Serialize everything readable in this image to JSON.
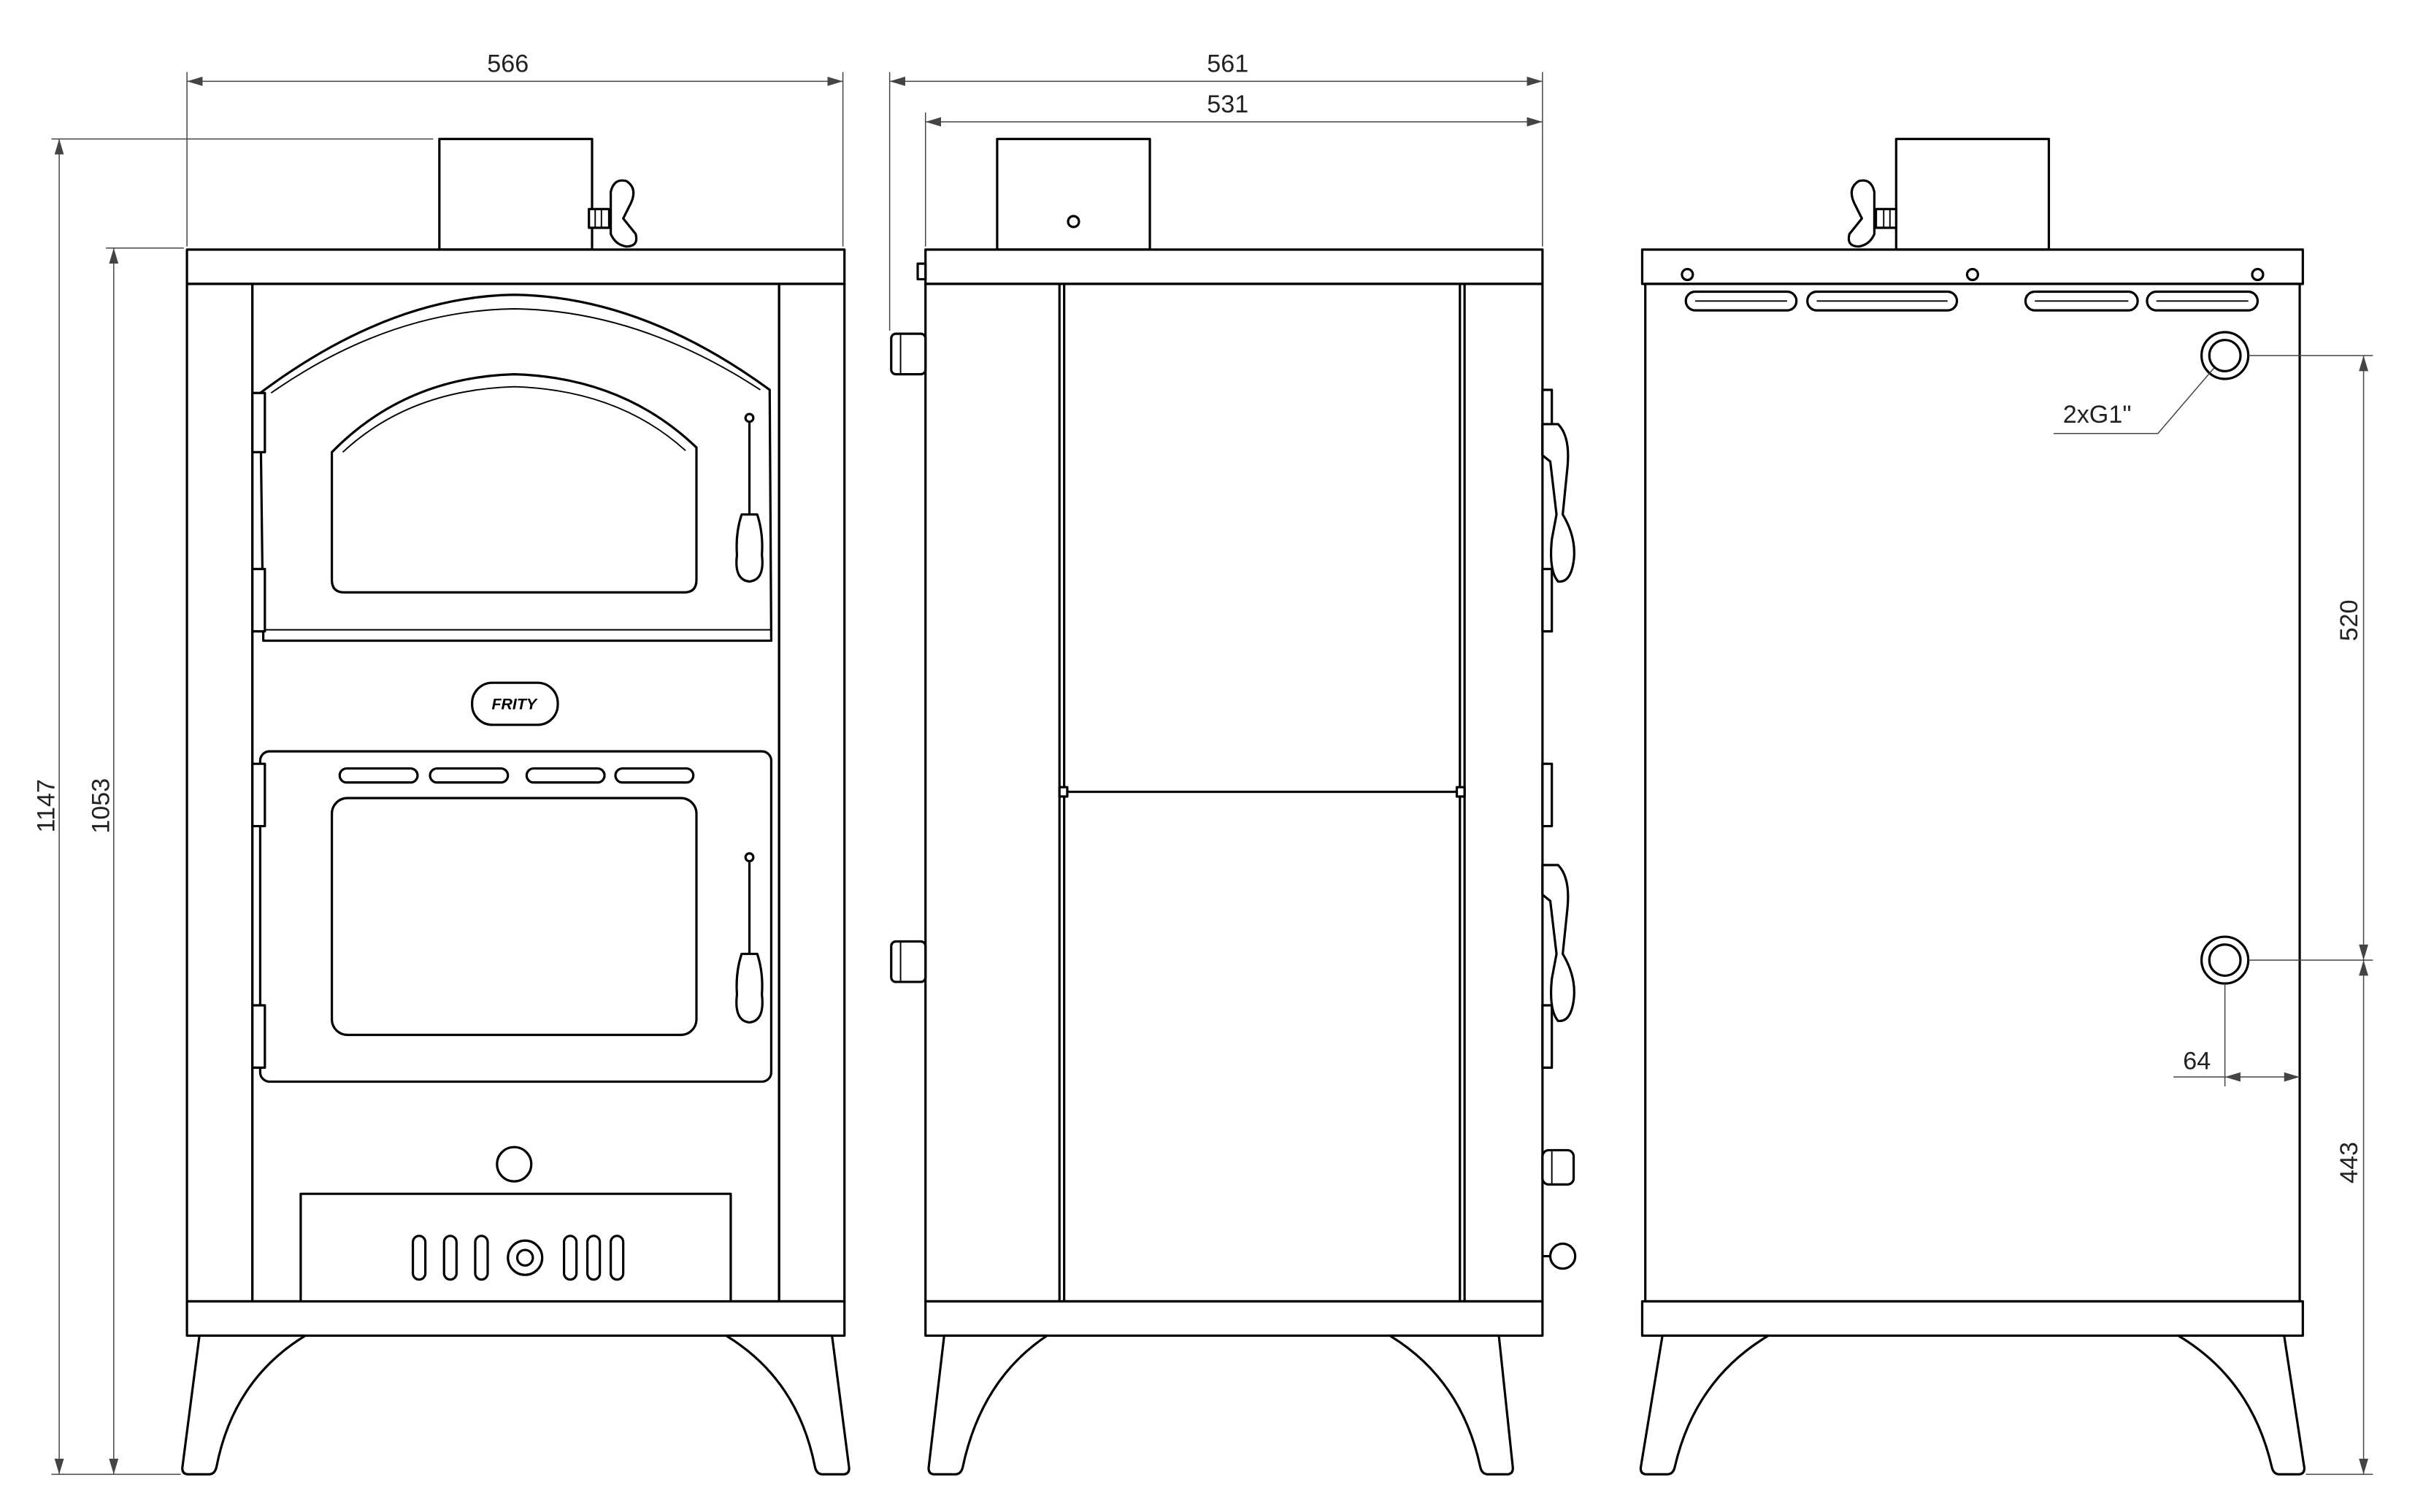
{
  "drawing": {
    "front_view": {
      "width_label": "566",
      "overall_height_label": "1147",
      "body_height_label": "1053",
      "logo_text": "FRITY"
    },
    "side_view": {
      "overall_depth_label": "561",
      "body_depth_label": "531"
    },
    "rear_view": {
      "connection_label": "2xG1\"",
      "connection_spacing_label": "520",
      "lower_connection_height_label": "443",
      "connection_offset_label": "64"
    }
  },
  "colors": {
    "background": "#ffffff",
    "outline": "#000000",
    "dimension_line": "#444444"
  }
}
